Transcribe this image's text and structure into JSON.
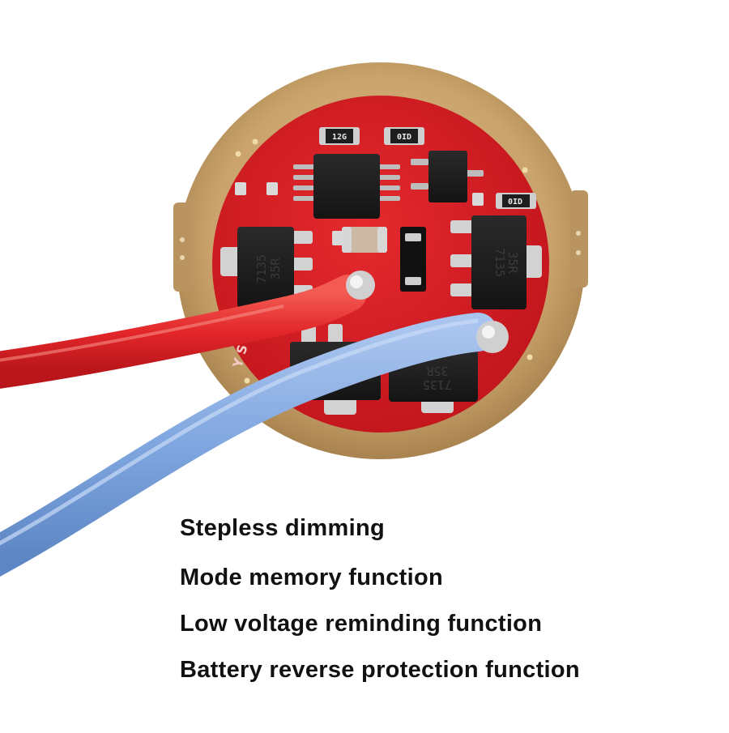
{
  "features": [
    "Stepless dimming",
    "Mode memory function",
    "Low voltage reminding function",
    "Battery reverse protection function"
  ],
  "board": {
    "regulator_top_line": "7135",
    "regulator_bottom_line": "35R",
    "resistor_labels": [
      "12G",
      "0ID",
      "0ID"
    ],
    "silkscreen": "Y S",
    "pcb_color": "#d81e25",
    "ring_color": "#c9a36b",
    "wire_colors": {
      "positive": "#e8302e",
      "negative": "#7fa6df"
    }
  }
}
